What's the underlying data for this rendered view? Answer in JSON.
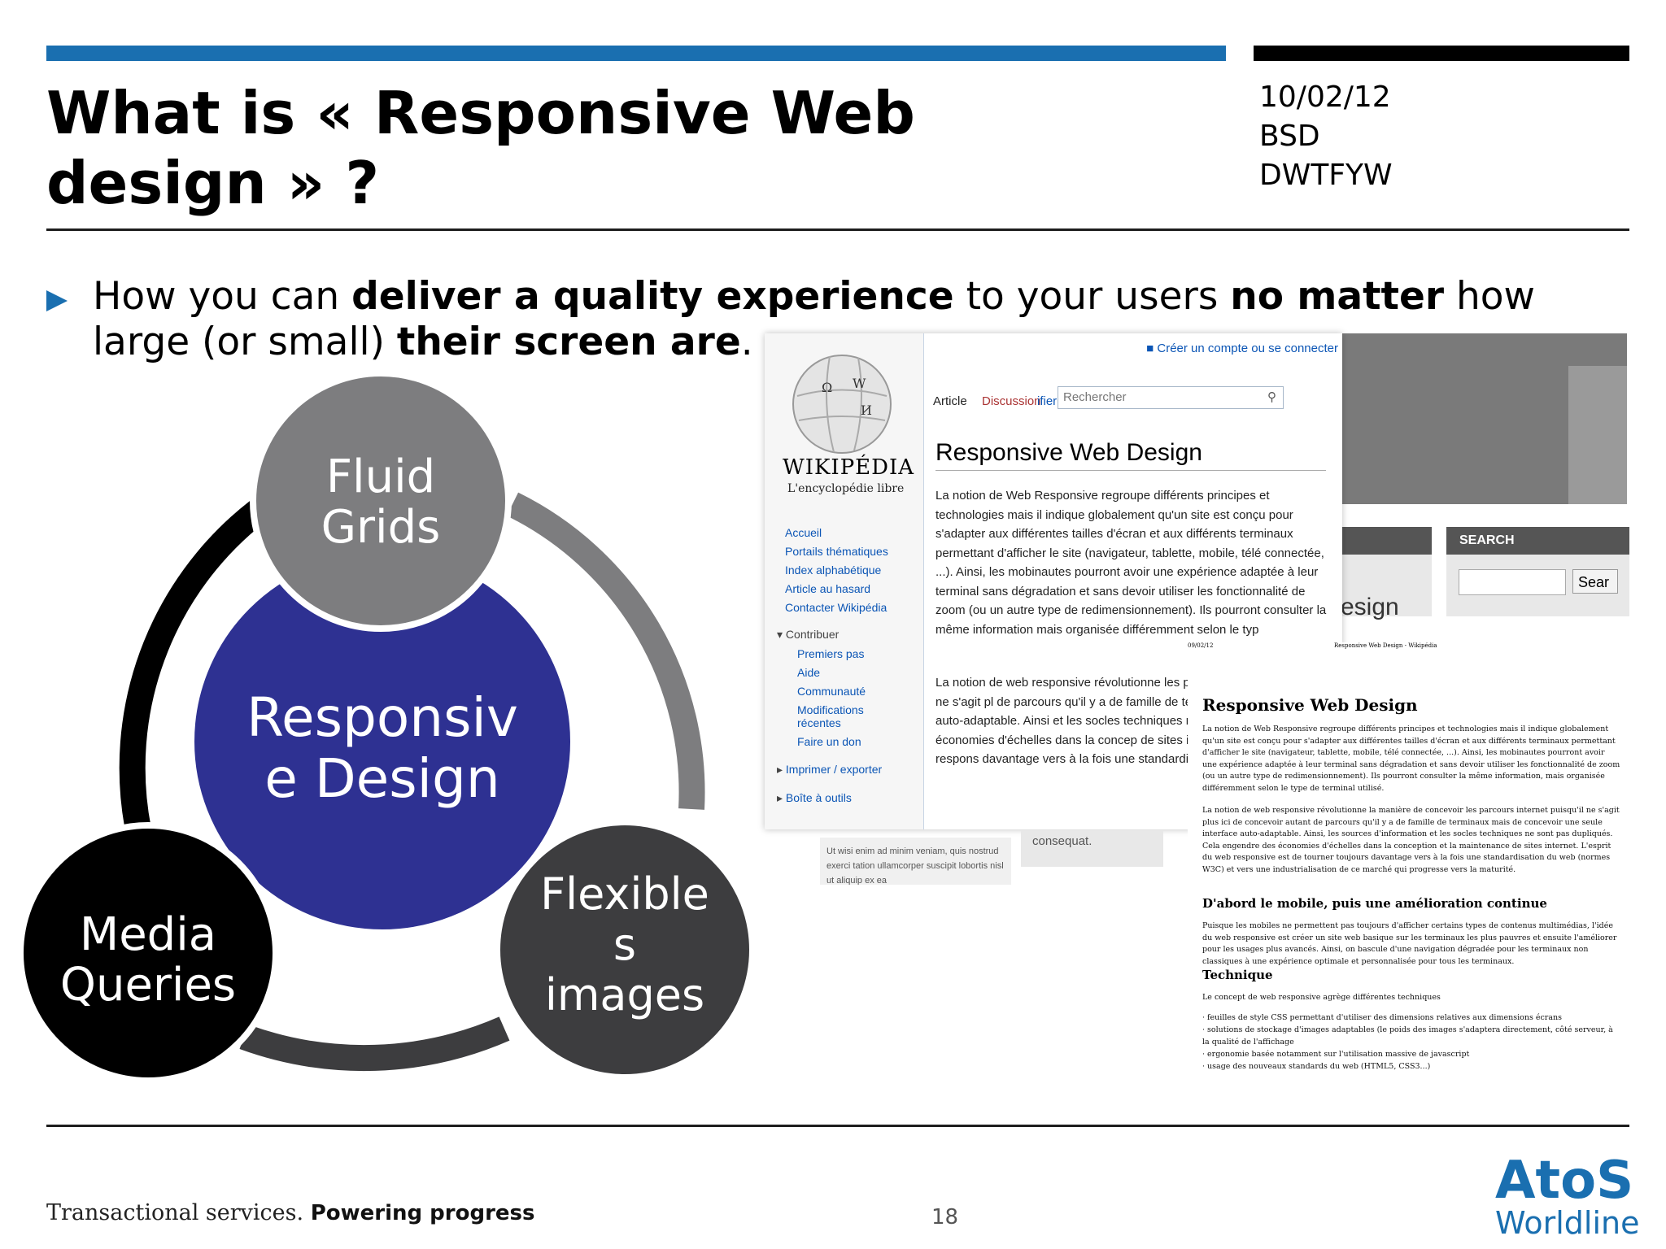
{
  "slide": {
    "title": "What is « Responsive Web design » ?",
    "meta": {
      "date": "10/02/12",
      "line2": "BSD",
      "line3": "DWTFYW"
    },
    "bullet": {
      "p1": "How you can ",
      "b1": "deliver a quality experience",
      "p2": " to your users ",
      "b2": "no matter",
      "p3": " how large (or small) ",
      "b3": "their screen are",
      "p4": "."
    },
    "colors": {
      "accent_blue": "#1a6fb0",
      "center_circle": "#2e3192",
      "gray_circle": "#7d7d7f",
      "dark_gray_circle": "#3d3d3f",
      "black_circle": "#000000"
    }
  },
  "diagram": {
    "center": {
      "line1": "Responsiv",
      "line2": "e Design"
    },
    "top": {
      "line1": "Fluid",
      "line2": "Grids"
    },
    "left": {
      "line1": "Media",
      "line2": "Queries"
    },
    "right": {
      "line1": "Flexible",
      "line2": "s",
      "line3": "images"
    }
  },
  "wiki": {
    "login": "Créer un compte ou se connecter",
    "wordmark": "WIKIPÉDIA",
    "tagline": "L'encyclopédie libre",
    "tab_article": "Article",
    "tab_discussion": "Discussion",
    "tab_modifier": "ifier",
    "search_placeholder": "Rechercher",
    "heading": "Responsive Web Design",
    "para1": "La notion de Web Responsive regroupe différents principes et technologies mais il indique globalement qu'un site est conçu pour s'adapter aux différentes tailles d'écran et aux différents terminaux permettant d'afficher le site (navigateur, tablette, mobile, télé connectée, ...). Ainsi, les mobinautes pourront avoir une expérience adaptée à leur terminal sans dégradation et sans devoir utiliser les fonctionnalité de zoom (ou un autre type de redimensionnement). Ils pourront consulter la même information mais organisée différemment selon le typ",
    "para2": "La notion de web responsive révolutionne les parcours internet puisqu'il ne s'agit pl de parcours qu'il y a de famille de termina une seule interface auto-adaptable. Ainsi et les socles techniques ne sont pas dup des économies d'échelles dans la concep de sites internet. L'esprit du web respons davantage vers à la fois une standardisati",
    "nav": [
      "Accueil",
      "Portails thématiques",
      "Index alphabétique",
      "Article au hasard",
      "Contacter Wikipédia"
    ],
    "contribuer": "Contribuer",
    "contrib_items": [
      "Premiers pas",
      "Aide",
      "Communauté",
      "Modifications",
      "récentes",
      "Faire un don"
    ],
    "imprimer": "Imprimer / exporter",
    "boite": "Boîte à outils"
  },
  "tablet": {
    "search_label": "SEARCH",
    "search_button": "Sear",
    "design_peek": "esign"
  },
  "fragments": {
    "latin": "Ut wisi enim ad minim veniam, quis nostrud exerci tation ullamcorper suscipit lobortis nisl ut aliquip ex ea",
    "consequat": "consequat."
  },
  "print": {
    "date": "09/02/12",
    "source": "Responsive Web Design - Wikipédia",
    "title": "Responsive Web Design",
    "p1": "La notion de Web Responsive regroupe différents principes et technologies mais il indique globalement qu'un site est conçu pour s'adapter aux différentes tailles d'écran et aux différents terminaux permettant d'afficher le site (navigateur, tablette, mobile, télé connectée, ...). Ainsi, les mobinautes pourront avoir une expérience adaptée à leur terminal sans dégradation et sans devoir utiliser les fonctionnalité de zoom (ou un autre type de redimensionnement). Ils pourront consulter la même information, mais organisée différemment selon le type de terminal utilisé.",
    "p2": "La notion de web responsive révolutionne la manière de concevoir les parcours internet puisqu'il ne s'agit plus ici de concevoir autant de parcours qu'il y a de famille de terminaux mais de concevoir une seule interface auto-adaptable. Ainsi, les sources d'information et les socles techniques ne sont pas dupliqués. Cela engendre des économies d'échelles dans la conception et la maintenance de sites internet. L'esprit du web responsive est de tourner toujours davantage vers à la fois une standardisation du web (normes W3C) et vers une industrialisation de ce marché qui progresse vers la maturité.",
    "h2a": "D'abord le mobile, puis une amélioration continue",
    "p3": "Puisque les mobiles ne permettent pas toujours d'afficher certains types de contenus multimédias, l'idée du web responsive est créer un site web basique sur les terminaux les plus pauvres et ensuite l'améliorer pour les usages plus avancés. Ainsi, on bascule d'une navigation dégradée pour les terminaux non classiques à une expérience optimale et personnalisée pour tous les terminaux.",
    "h2b": "Technique",
    "p4": "Le concept de web responsive agrège différentes techniques",
    "li": [
      "· feuilles de style CSS permettant d'utiliser des dimensions relatives aux dimensions écrans",
      "· solutions de stockage d'images adaptables (le poids des images s'adaptera directement, côté serveur, à la qualité de l'affichage",
      "· ergonomie basée notamment sur l'utilisation massive de javascript",
      "· usage des nouveaux standards du web (HTML5, CSS3...)"
    ]
  },
  "footer": {
    "tagline_lead": "Transactional services.",
    "tagline_strong": "Powering progress",
    "page_number": "18",
    "logo_top": "AtoS",
    "logo_bottom": "Worldline"
  }
}
